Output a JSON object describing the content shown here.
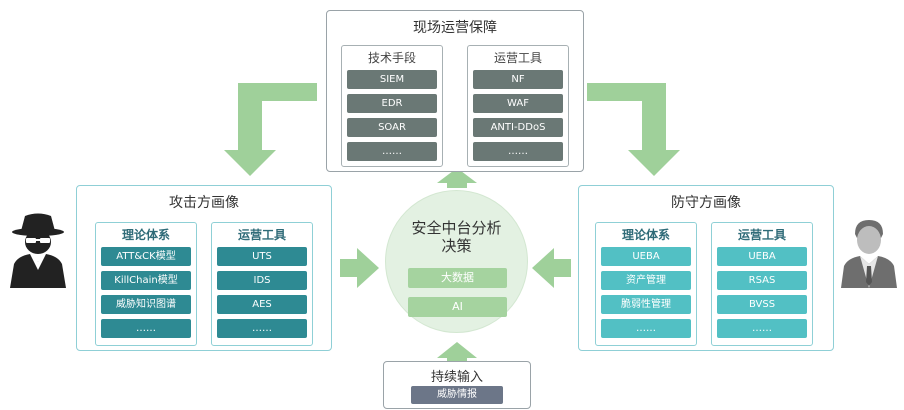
{
  "top": {
    "title": "现场运营保障",
    "col1": {
      "title": "技术手段",
      "items": [
        "SIEM",
        "EDR",
        "SOAR",
        "……"
      ]
    },
    "col2": {
      "title": "运营工具",
      "items": [
        "NF",
        "WAF",
        "ANTI-DDoS",
        "……"
      ]
    }
  },
  "left": {
    "title": "攻击方画像",
    "col1": {
      "title": "理论体系",
      "items": [
        "ATT&CK模型",
        "KillChain模型",
        "威胁知识图谱",
        "……"
      ]
    },
    "col2": {
      "title": "运营工具",
      "items": [
        "UTS",
        "IDS",
        "AES",
        "……"
      ]
    }
  },
  "right": {
    "title": "防守方画像",
    "col1": {
      "title": "理论体系",
      "items": [
        "UEBA",
        "资产管理",
        "脆弱性管理",
        "……"
      ]
    },
    "col2": {
      "title": "运营工具",
      "items": [
        "UEBA",
        "RSAS",
        "BVSS",
        "……"
      ]
    }
  },
  "center": {
    "title_line1": "安全中台分析",
    "title_line2": "决策",
    "items": [
      "大数据",
      "AI"
    ]
  },
  "bottom": {
    "title": "持续输入",
    "item": "威胁情报"
  },
  "icons": [
    "hacker-icon",
    "user-icon"
  ],
  "colors": {
    "arrow": "#9fd09a",
    "gray_pill": "#6a7875",
    "dark_teal_pill": "#2e8a93",
    "light_teal_pill": "#52c0c4",
    "green_pill": "#a5d39f"
  }
}
